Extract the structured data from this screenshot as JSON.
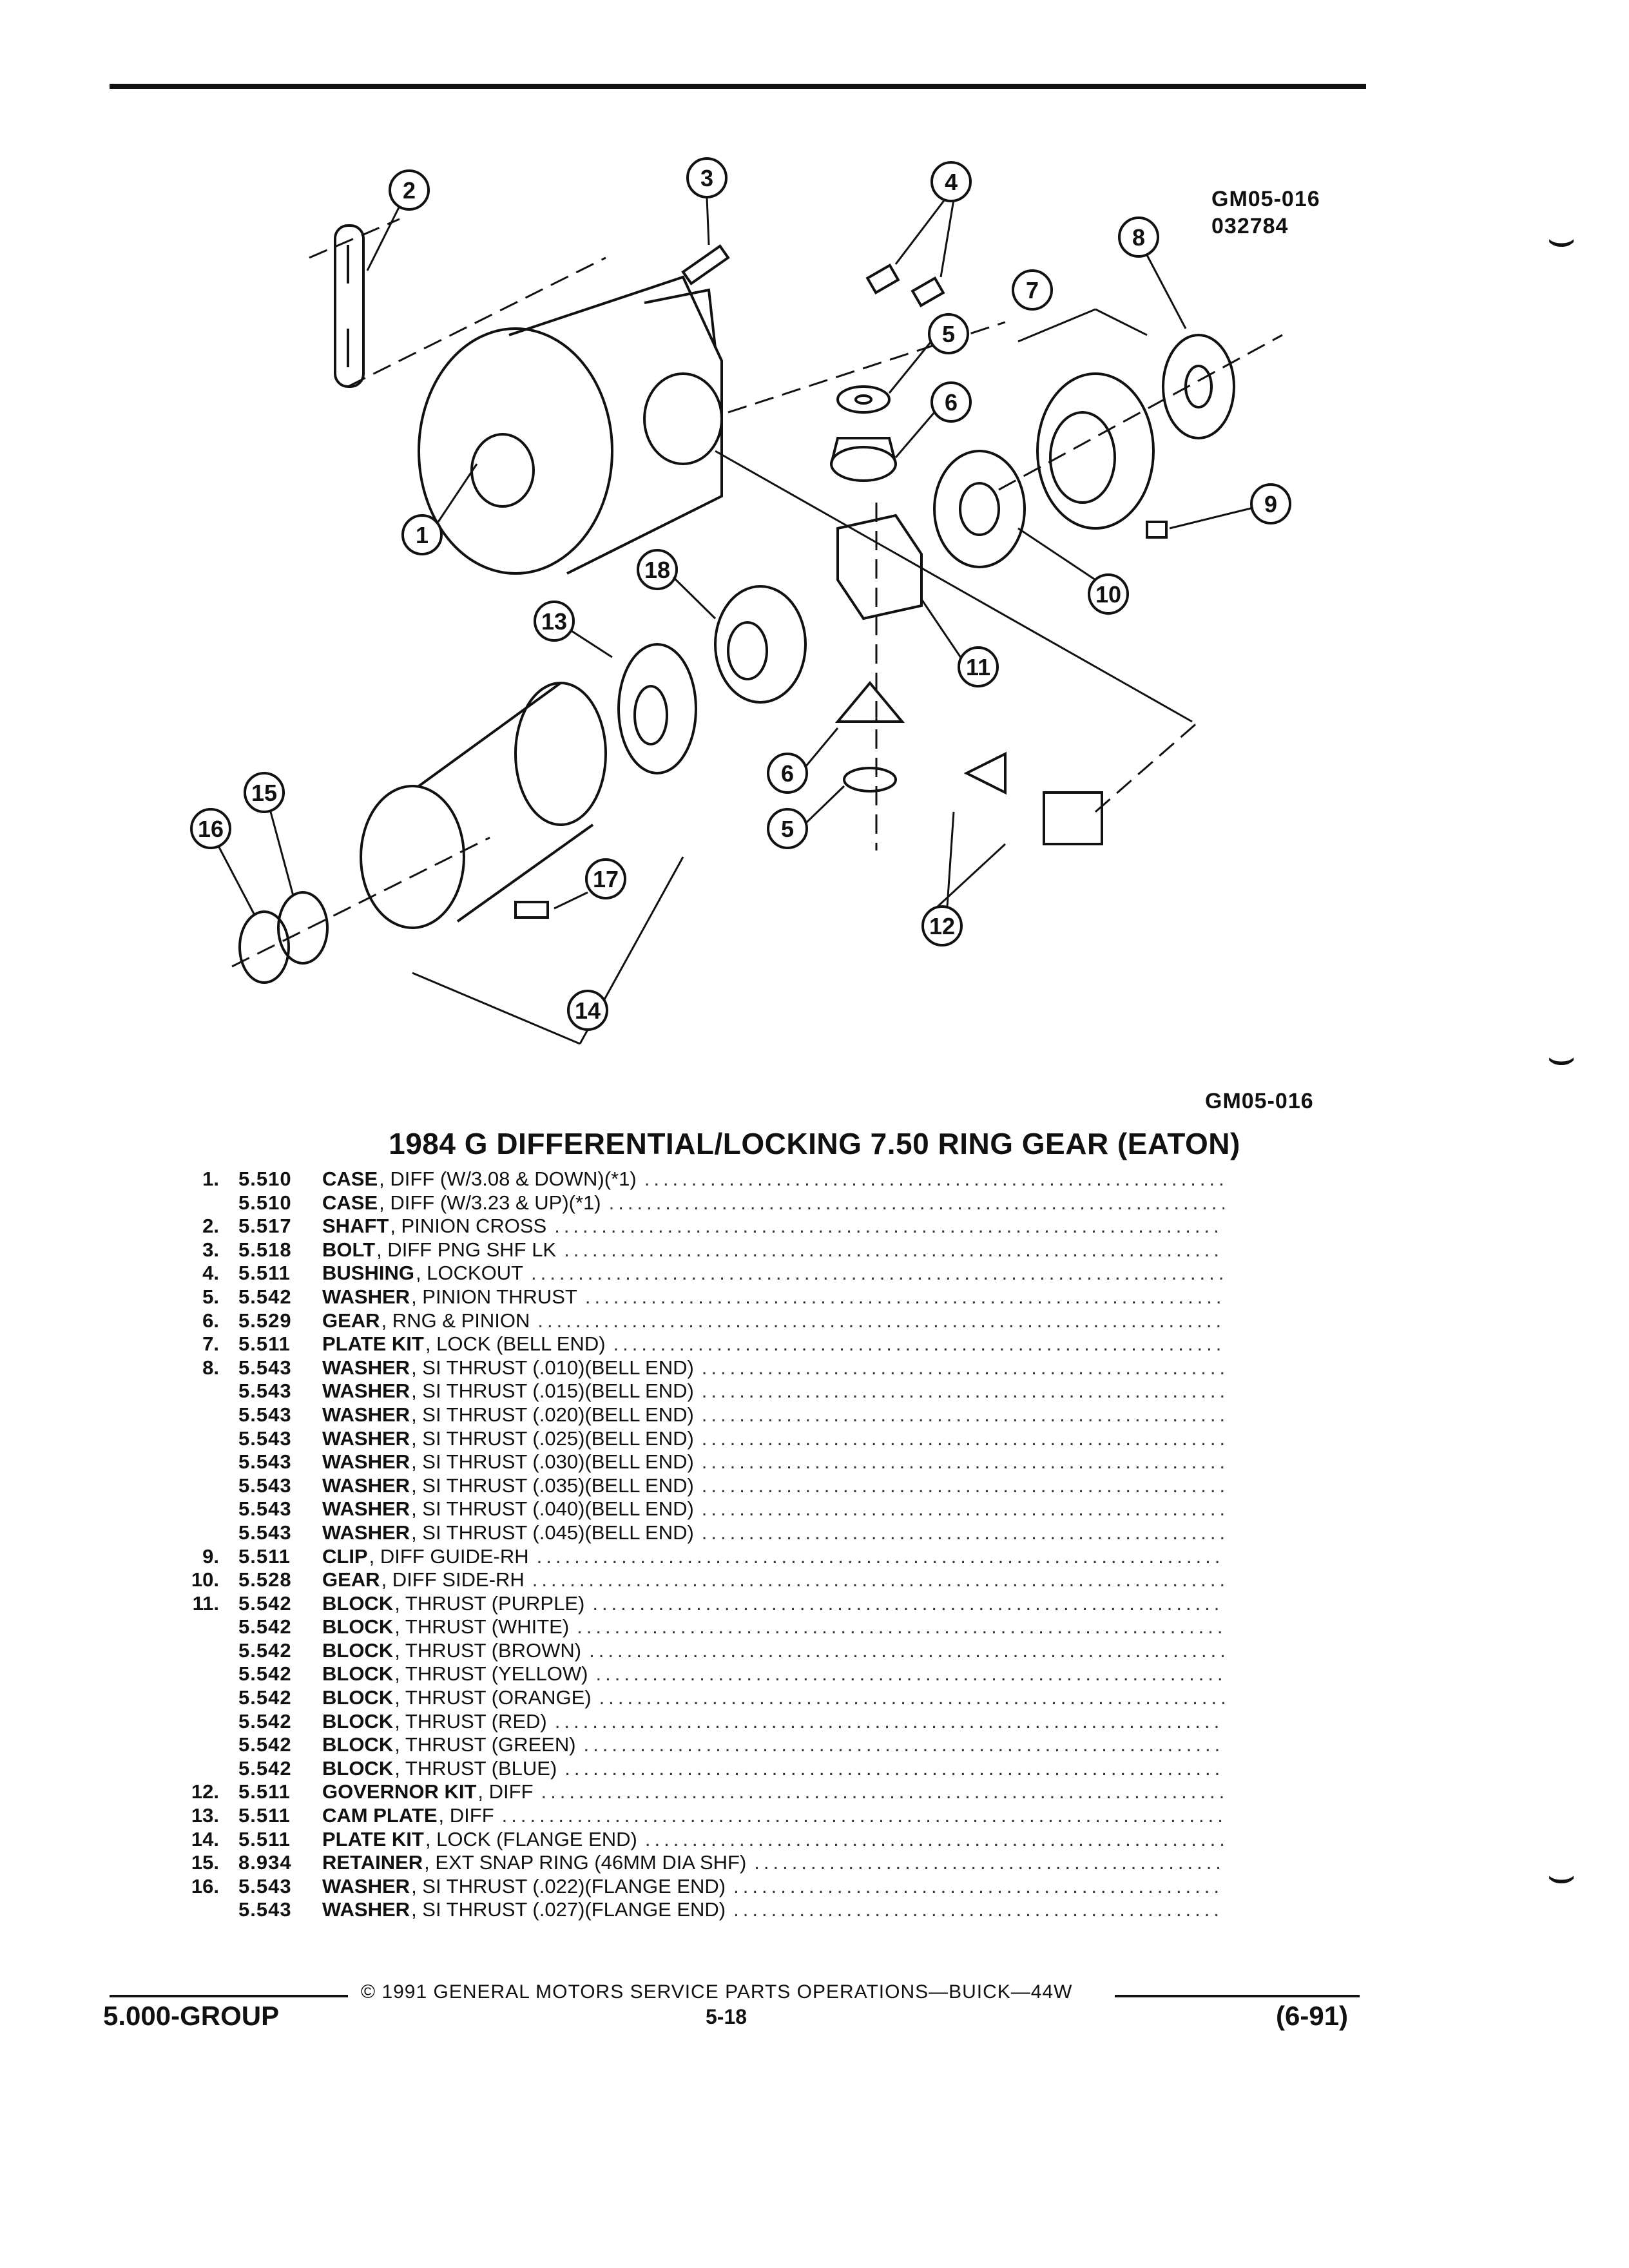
{
  "figure": {
    "id_top": "GM05-016",
    "id_date": "032784",
    "id_bottom": "GM05-016",
    "callouts": [
      "1",
      "2",
      "3",
      "4",
      "5",
      "5",
      "6",
      "6",
      "7",
      "8",
      "9",
      "10",
      "11",
      "12",
      "13",
      "14",
      "15",
      "16",
      "17",
      "18"
    ]
  },
  "title": "1984 G DIFFERENTIAL/LOCKING 7.50 RING GEAR (EATON)",
  "parts": [
    {
      "num": "1.",
      "code": "5.510",
      "name": "CASE",
      "rest": ", DIFF (W/3.08 & DOWN)(*1)"
    },
    {
      "num": "",
      "code": "5.510",
      "name": "CASE",
      "rest": ", DIFF (W/3.23 & UP)(*1)"
    },
    {
      "num": "2.",
      "code": "5.517",
      "name": "SHAFT",
      "rest": ", PINION CROSS"
    },
    {
      "num": "3.",
      "code": "5.518",
      "name": "BOLT",
      "rest": ", DIFF PNG SHF LK"
    },
    {
      "num": "4.",
      "code": "5.511",
      "name": "BUSHING",
      "rest": ", LOCKOUT"
    },
    {
      "num": "5.",
      "code": "5.542",
      "name": "WASHER",
      "rest": ", PINION THRUST"
    },
    {
      "num": "6.",
      "code": "5.529",
      "name": "GEAR",
      "rest": ", RNG & PINION"
    },
    {
      "num": "7.",
      "code": "5.511",
      "name": "PLATE KIT",
      "rest": ", LOCK (BELL END)"
    },
    {
      "num": "8.",
      "code": "5.543",
      "name": "WASHER",
      "rest": ", SI THRUST (.010)(BELL END)"
    },
    {
      "num": "",
      "code": "5.543",
      "name": "WASHER",
      "rest": ", SI THRUST (.015)(BELL END)"
    },
    {
      "num": "",
      "code": "5.543",
      "name": "WASHER",
      "rest": ", SI THRUST (.020)(BELL END)"
    },
    {
      "num": "",
      "code": "5.543",
      "name": "WASHER",
      "rest": ", SI THRUST (.025)(BELL END)"
    },
    {
      "num": "",
      "code": "5.543",
      "name": "WASHER",
      "rest": ", SI THRUST (.030)(BELL END)"
    },
    {
      "num": "",
      "code": "5.543",
      "name": "WASHER",
      "rest": ", SI THRUST (.035)(BELL END)"
    },
    {
      "num": "",
      "code": "5.543",
      "name": "WASHER",
      "rest": ", SI THRUST (.040)(BELL END)"
    },
    {
      "num": "",
      "code": "5.543",
      "name": "WASHER",
      "rest": ", SI THRUST (.045)(BELL END)"
    },
    {
      "num": "9.",
      "code": "5.511",
      "name": "CLIP",
      "rest": ", DIFF GUIDE-RH"
    },
    {
      "num": "10.",
      "code": "5.528",
      "name": "GEAR",
      "rest": ", DIFF SIDE-RH"
    },
    {
      "num": "11.",
      "code": "5.542",
      "name": "BLOCK",
      "rest": ", THRUST (PURPLE)"
    },
    {
      "num": "",
      "code": "5.542",
      "name": "BLOCK",
      "rest": ", THRUST (WHITE)"
    },
    {
      "num": "",
      "code": "5.542",
      "name": "BLOCK",
      "rest": ", THRUST (BROWN)"
    },
    {
      "num": "",
      "code": "5.542",
      "name": "BLOCK",
      "rest": ", THRUST (YELLOW)"
    },
    {
      "num": "",
      "code": "5.542",
      "name": "BLOCK",
      "rest": ", THRUST (ORANGE)"
    },
    {
      "num": "",
      "code": "5.542",
      "name": "BLOCK",
      "rest": ", THRUST (RED)"
    },
    {
      "num": "",
      "code": "5.542",
      "name": "BLOCK",
      "rest": ", THRUST (GREEN)"
    },
    {
      "num": "",
      "code": "5.542",
      "name": "BLOCK",
      "rest": ", THRUST (BLUE)"
    },
    {
      "num": "12.",
      "code": "5.511",
      "name": "GOVERNOR KIT",
      "rest": ", DIFF"
    },
    {
      "num": "13.",
      "code": "5.511",
      "name": "CAM PLATE",
      "rest": ", DIFF"
    },
    {
      "num": "14.",
      "code": "5.511",
      "name": "PLATE KIT",
      "rest": ", LOCK (FLANGE END)"
    },
    {
      "num": "15.",
      "code": "8.934",
      "name": "RETAINER",
      "rest": ", EXT SNAP RING (46MM DIA SHF)"
    },
    {
      "num": "16.",
      "code": "5.543",
      "name": "WASHER",
      "rest": ", SI THRUST (.022)(FLANGE END)"
    },
    {
      "num": "",
      "code": "5.543",
      "name": "WASHER",
      "rest": ", SI THRUST (.027)(FLANGE END)"
    }
  ],
  "footer": {
    "copyright": "© 1991 GENERAL MOTORS SERVICE PARTS OPERATIONS—BUICK—44W",
    "group": "5.000-GROUP",
    "page": "5-18",
    "date": "(6-91)"
  }
}
